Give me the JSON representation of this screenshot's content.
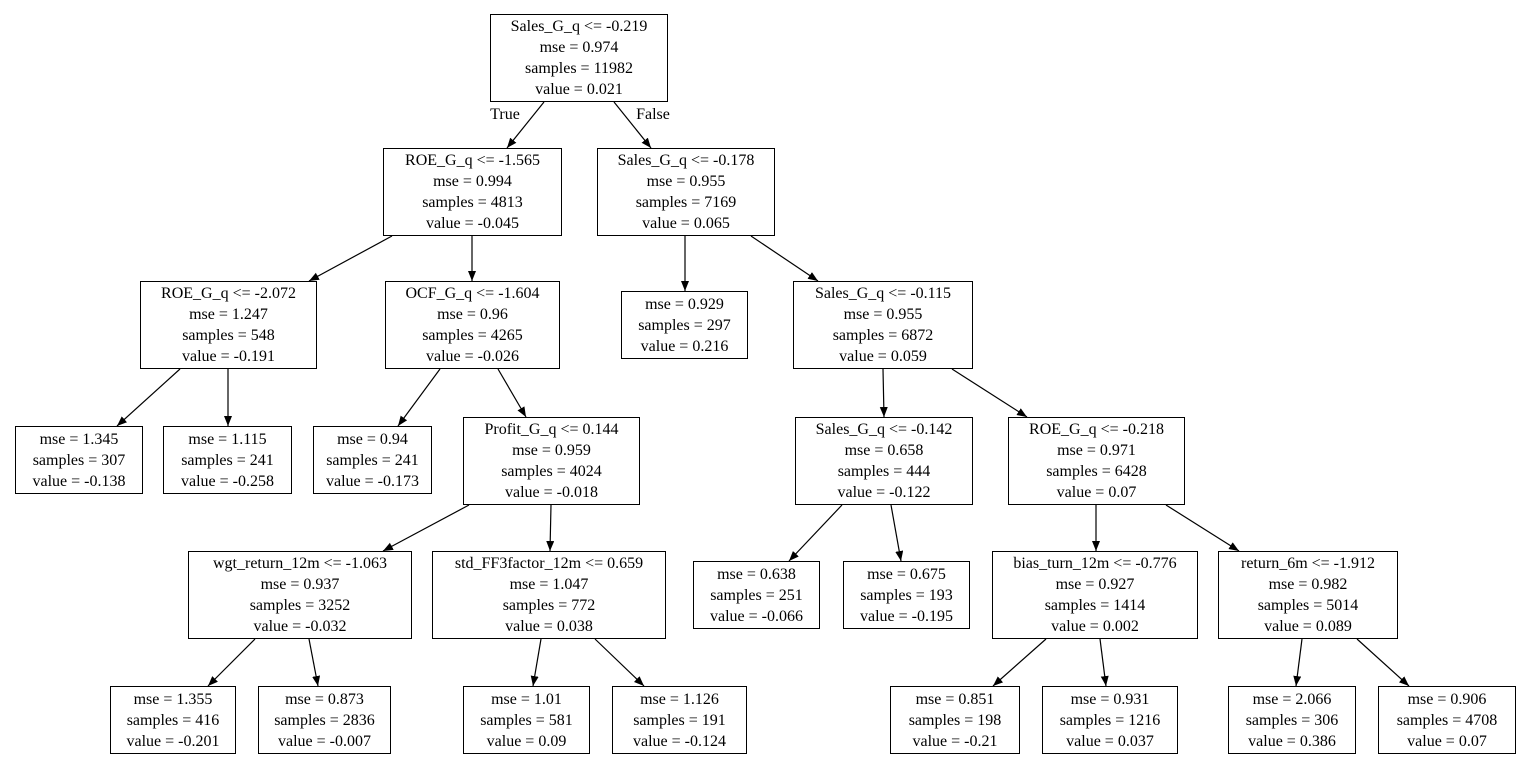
{
  "edge_labels": {
    "true_branch": "True",
    "false_branch": "False"
  },
  "tree": {
    "nodes": [
      {
        "condition": "Sales_G_q <= -0.219",
        "mse": "mse = 0.974",
        "samples": "samples = 11982",
        "value": "value = 0.021"
      },
      {
        "condition": "ROE_G_q <= -1.565",
        "mse": "mse = 0.994",
        "samples": "samples = 4813",
        "value": "value = -0.045"
      },
      {
        "condition": "Sales_G_q <= -0.178",
        "mse": "mse = 0.955",
        "samples": "samples = 7169",
        "value": "value = 0.065"
      },
      {
        "condition": "ROE_G_q <= -2.072",
        "mse": "mse = 1.247",
        "samples": "samples = 548",
        "value": "value = -0.191"
      },
      {
        "condition": "OCF_G_q <= -1.604",
        "mse": "mse = 0.96",
        "samples": "samples = 4265",
        "value": "value = -0.026"
      },
      {
        "mse": "mse = 0.929",
        "samples": "samples = 297",
        "value": "value = 0.216"
      },
      {
        "condition": "Sales_G_q <= -0.115",
        "mse": "mse = 0.955",
        "samples": "samples = 6872",
        "value": "value = 0.059"
      },
      {
        "mse": "mse = 1.345",
        "samples": "samples = 307",
        "value": "value = -0.138"
      },
      {
        "mse": "mse = 1.115",
        "samples": "samples = 241",
        "value": "value = -0.258"
      },
      {
        "mse": "mse = 0.94",
        "samples": "samples = 241",
        "value": "value = -0.173"
      },
      {
        "condition": "Profit_G_q <= 0.144",
        "mse": "mse = 0.959",
        "samples": "samples = 4024",
        "value": "value = -0.018"
      },
      {
        "condition": "Sales_G_q <= -0.142",
        "mse": "mse = 0.658",
        "samples": "samples = 444",
        "value": "value = -0.122"
      },
      {
        "condition": "ROE_G_q <= -0.218",
        "mse": "mse = 0.971",
        "samples": "samples = 6428",
        "value": "value = 0.07"
      },
      {
        "condition": "wgt_return_12m <= -1.063",
        "mse": "mse = 0.937",
        "samples": "samples = 3252",
        "value": "value = -0.032"
      },
      {
        "condition": "std_FF3factor_12m <= 0.659",
        "mse": "mse = 1.047",
        "samples": "samples = 772",
        "value": "value = 0.038"
      },
      {
        "mse": "mse = 0.638",
        "samples": "samples = 251",
        "value": "value = -0.066"
      },
      {
        "mse": "mse = 0.675",
        "samples": "samples = 193",
        "value": "value = -0.195"
      },
      {
        "condition": "bias_turn_12m <= -0.776",
        "mse": "mse = 0.927",
        "samples": "samples = 1414",
        "value": "value = 0.002"
      },
      {
        "condition": "return_6m <= -1.912",
        "mse": "mse = 0.982",
        "samples": "samples = 5014",
        "value": "value = 0.089"
      },
      {
        "mse": "mse = 1.355",
        "samples": "samples = 416",
        "value": "value = -0.201"
      },
      {
        "mse": "mse = 0.873",
        "samples": "samples = 2836",
        "value": "value = -0.007"
      },
      {
        "mse": "mse = 1.01",
        "samples": "samples = 581",
        "value": "value = 0.09"
      },
      {
        "mse": "mse = 1.126",
        "samples": "samples = 191",
        "value": "value = -0.124"
      },
      {
        "mse": "mse = 0.851",
        "samples": "samples = 198",
        "value": "value = -0.21"
      },
      {
        "mse": "mse = 0.931",
        "samples": "samples = 1216",
        "value": "value = 0.037"
      },
      {
        "mse": "mse = 2.066",
        "samples": "samples = 306",
        "value": "value = 0.386"
      },
      {
        "mse": "mse = 0.906",
        "samples": "samples = 4708",
        "value": "value = 0.07"
      }
    ],
    "edges": [
      {
        "from": 0,
        "to": 1,
        "label": "True"
      },
      {
        "from": 0,
        "to": 2,
        "label": "False"
      },
      {
        "from": 1,
        "to": 3
      },
      {
        "from": 1,
        "to": 4
      },
      {
        "from": 2,
        "to": 5
      },
      {
        "from": 2,
        "to": 6
      },
      {
        "from": 3,
        "to": 7
      },
      {
        "from": 3,
        "to": 8
      },
      {
        "from": 4,
        "to": 9
      },
      {
        "from": 4,
        "to": 10
      },
      {
        "from": 6,
        "to": 11
      },
      {
        "from": 6,
        "to": 12
      },
      {
        "from": 10,
        "to": 13
      },
      {
        "from": 10,
        "to": 14
      },
      {
        "from": 11,
        "to": 15
      },
      {
        "from": 11,
        "to": 16
      },
      {
        "from": 12,
        "to": 17
      },
      {
        "from": 12,
        "to": 18
      },
      {
        "from": 13,
        "to": 19
      },
      {
        "from": 13,
        "to": 20
      },
      {
        "from": 14,
        "to": 21
      },
      {
        "from": 14,
        "to": 22
      },
      {
        "from": 17,
        "to": 23
      },
      {
        "from": 17,
        "to": 24
      },
      {
        "from": 18,
        "to": 25
      },
      {
        "from": 18,
        "to": 26
      }
    ]
  }
}
